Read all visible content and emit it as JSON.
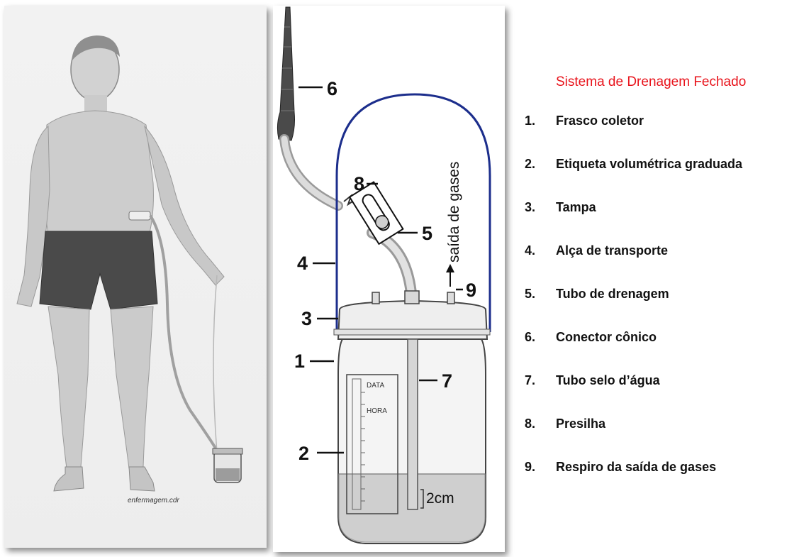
{
  "legend": {
    "title": "Sistema de Drenagem Fechado",
    "items": [
      {
        "number": "1.",
        "label": "Frasco coletor"
      },
      {
        "number": "2.",
        "label": "Etiqueta volumétrica graduada"
      },
      {
        "number": "3.",
        "label": "Tampa"
      },
      {
        "number": "4.",
        "label": "Alça de transporte"
      },
      {
        "number": "5.",
        "label": "Tubo de drenagem"
      },
      {
        "number": "6.",
        "label": "Conector cônico"
      },
      {
        "number": "7.",
        "label": "Tubo selo d’água"
      },
      {
        "number": "8.",
        "label": "Presilha"
      },
      {
        "number": "9.",
        "label": "Respiro da saída de gases"
      }
    ]
  },
  "diagram": {
    "callouts": [
      "1",
      "2",
      "3",
      "4",
      "5",
      "6",
      "7",
      "8",
      "9"
    ],
    "gas_outlet_label": "saída de gases",
    "label_date": "DATA",
    "label_time": "HORA",
    "water_seal_depth": "2cm",
    "signature": "enfermagem.cdr"
  },
  "colors": {
    "title": "#e8131b",
    "handle": "#1c2e8c",
    "shorts": "#4a4a4a",
    "skin": "#c9c9c9"
  }
}
